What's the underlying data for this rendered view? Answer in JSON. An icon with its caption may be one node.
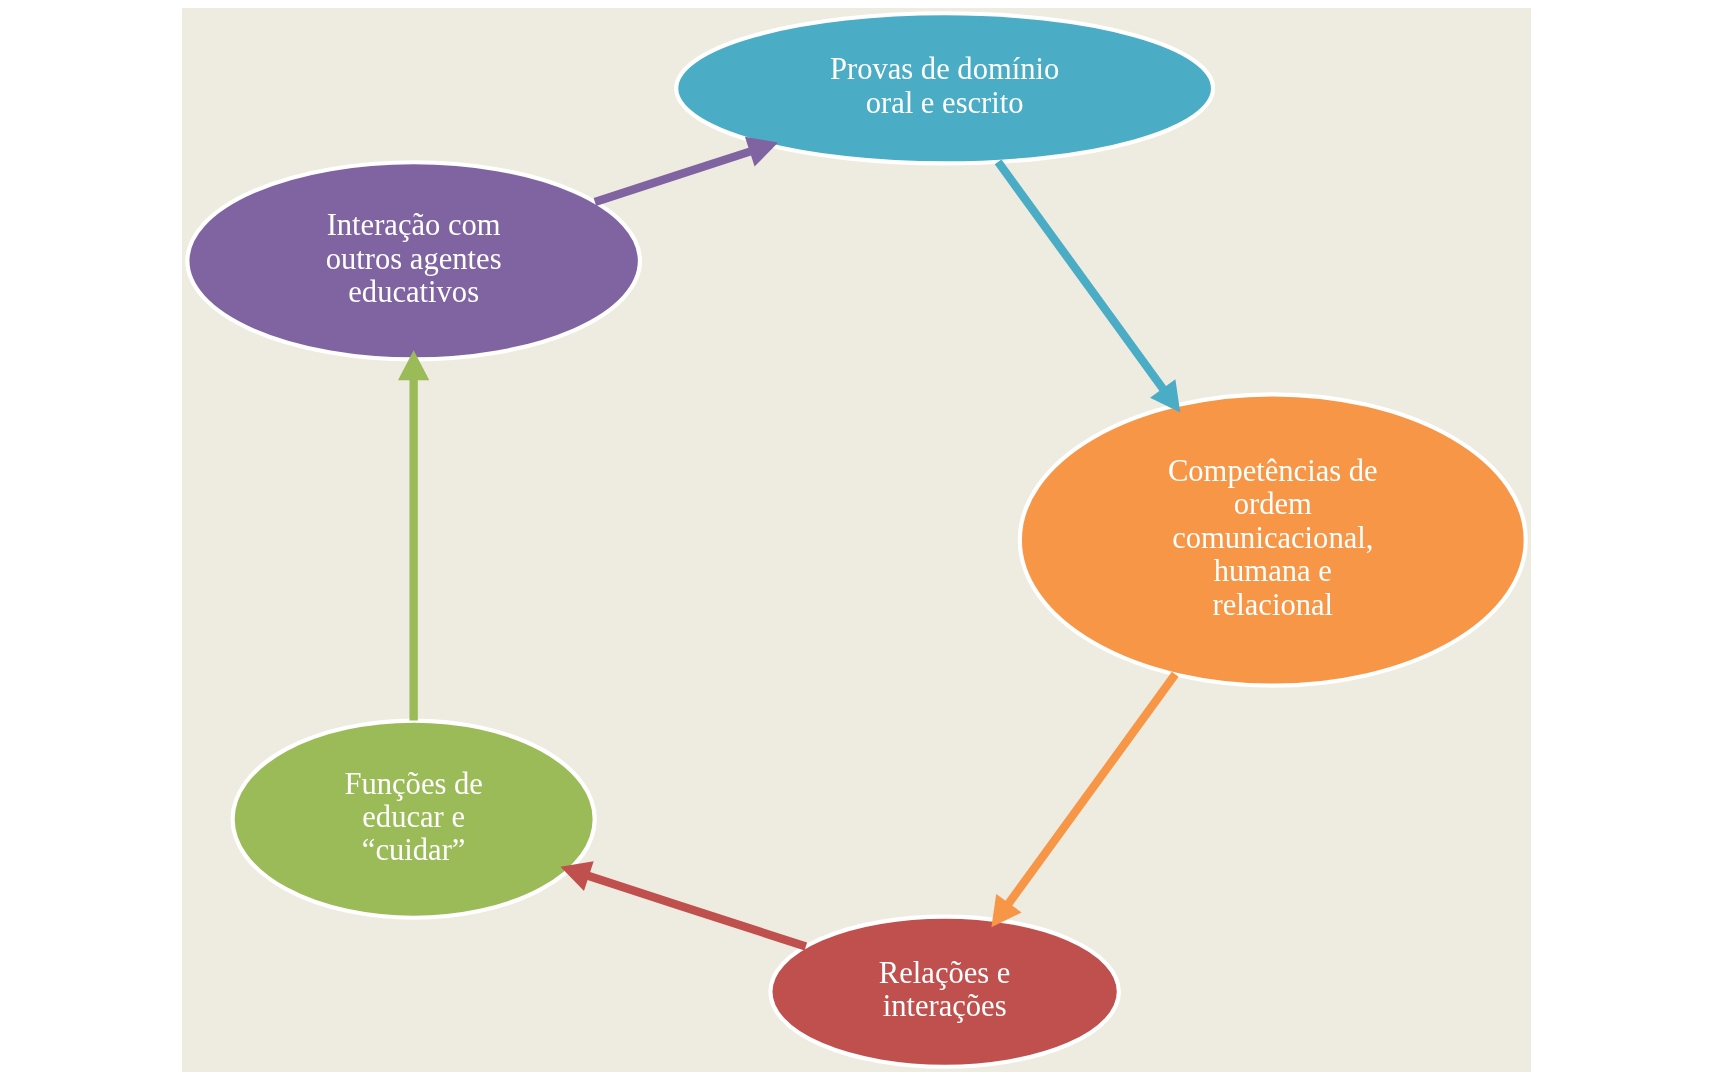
{
  "diagram": {
    "nodes": [
      {
        "text": [
          "Relações e interações"
        ]
      },
      {
        "text": [
          "Funções de educar e “cuidar”"
        ]
      },
      {
        "text": [
          "Interação com outros agentes educativos"
        ]
      },
      {
        "text": [
          "Provas de domínio oral e escrito"
        ]
      },
      {
        "text": [
          "Competências de ordem comunicacional, humana e relacional"
        ]
      }
    ],
    "edges": [
      {
        "from": 0,
        "to": 1,
        "arrow": "to",
        "color": "#c0504d"
      },
      {
        "from": 1,
        "to": 2,
        "arrow": "to",
        "color": "#9bbb59"
      },
      {
        "from": 2,
        "to": 3,
        "arrow": "to",
        "color": "#8064a2"
      },
      {
        "from": 3,
        "to": 4,
        "arrow": "to",
        "color": "#4bacc6"
      },
      {
        "from": 4,
        "to": 0,
        "arrow": "to",
        "color": "#f79646"
      }
    ]
  }
}
